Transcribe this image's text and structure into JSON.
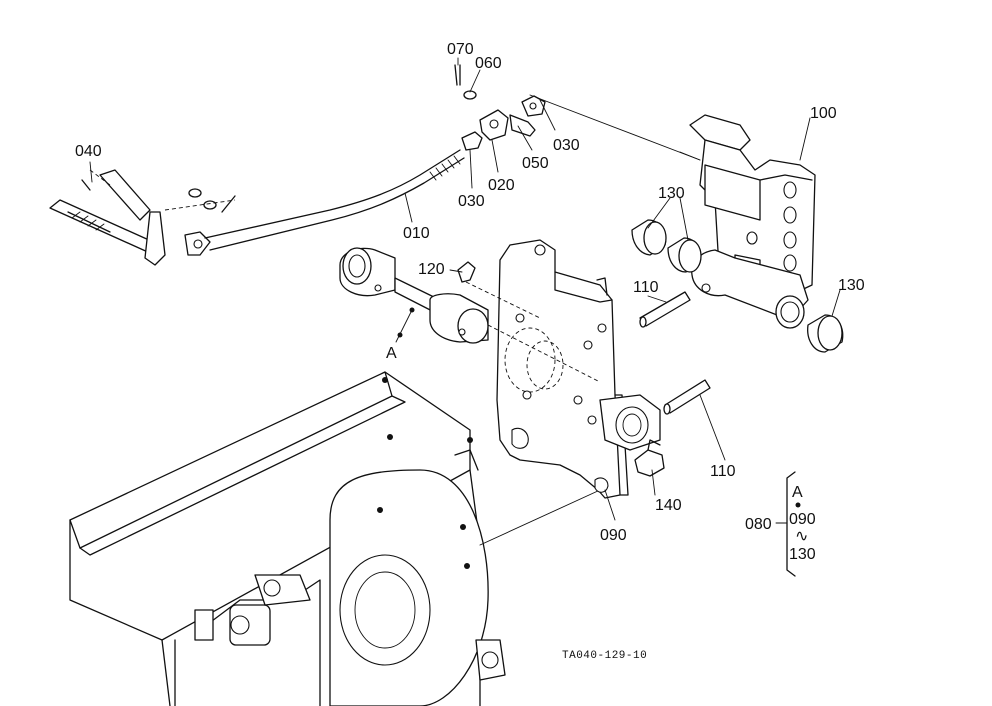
{
  "diagram": {
    "callouts": {
      "p010": "010",
      "p020": "020",
      "p030a": "030",
      "p030b": "030",
      "p040": "040",
      "p050": "050",
      "p060": "060",
      "p070": "070",
      "p090": "090",
      "p100": "100",
      "p110a": "110",
      "p110b": "110",
      "p120": "120",
      "p130a": "130",
      "p130b": "130",
      "p140": "140",
      "a_label": "A"
    },
    "assembly_key": {
      "assembly": "080",
      "ref": "A",
      "from": "090",
      "range_mark": "∿",
      "to": "130"
    },
    "drawing_code": "TA040-129-10"
  }
}
